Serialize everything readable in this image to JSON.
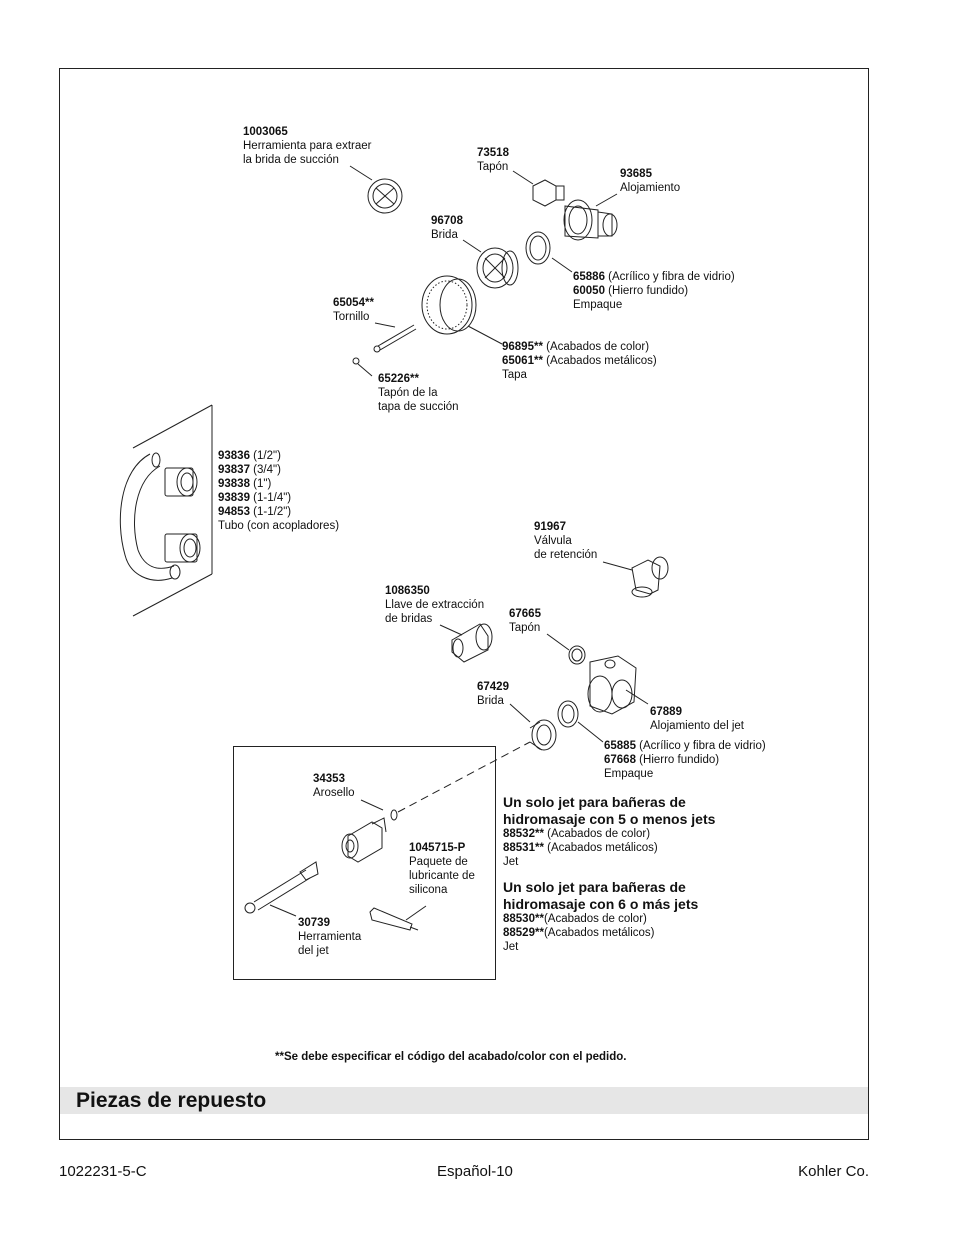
{
  "parts": {
    "p1003065": {
      "num": "1003065",
      "line1": "Herramienta para extraer",
      "line2": "la brida de succión"
    },
    "p73518": {
      "num": "73518",
      "line1": "Tapón"
    },
    "p93685": {
      "num": "93685",
      "line1": "Alojamiento"
    },
    "p96708": {
      "num": "96708",
      "line1": "Brida"
    },
    "p65886": {
      "num1": "65886",
      "text1": " (Acrílico y fibra de vidrio)",
      "num2": "60050",
      "text2": " (Hierro fundido)",
      "line3": "Empaque"
    },
    "p65054": {
      "num": "65054**",
      "line1": "Tornillo"
    },
    "p96895": {
      "num1": "96895**",
      "text1": " (Acabados de color)",
      "num2": "65061**",
      "text2": " (Acabados metálicos)",
      "line3": "Tapa"
    },
    "p65226": {
      "num": "65226**",
      "line1": "Tapón de la",
      "line2": "tapa de succión"
    },
    "tube": {
      "rows": [
        {
          "num": "93836",
          "size": " (1/2\")"
        },
        {
          "num": "93837",
          "size": " (3/4\")"
        },
        {
          "num": "93838",
          "size": " (1\")"
        },
        {
          "num": "93839",
          "size": " (1-1/4\")"
        },
        {
          "num": "94853",
          "size": " (1-1/2\")"
        }
      ],
      "desc": "Tubo (con acopladores)"
    },
    "p91967": {
      "num": "91967",
      "line1": "Válvula",
      "line2": "de retención"
    },
    "p1086350": {
      "num": "1086350",
      "line1": "Llave de extracción",
      "line2": "de bridas"
    },
    "p67665": {
      "num": "67665",
      "line1": "Tapón"
    },
    "p67429": {
      "num": "67429",
      "line1": "Brida"
    },
    "p67889": {
      "num": "67889",
      "line1": "Alojamiento del jet"
    },
    "p65885": {
      "num1": "65885",
      "text1": " (Acrílico y fibra de vidrio)",
      "num2": "67668",
      "text2": " (Hierro fundido)",
      "line3": "Empaque"
    },
    "p34353": {
      "num": "34353",
      "line1": "Arosello"
    },
    "p1045715": {
      "num": "1045715-P",
      "line1": "Paquete de",
      "line2": "lubricante de",
      "line3": "silicona"
    },
    "p30739": {
      "num": "30739",
      "line1": "Herramienta",
      "line2": "del jet"
    }
  },
  "jet_small": {
    "heading1": "Un solo jet para bañeras de",
    "heading2": "hidromasaje con 5 o menos jets",
    "num1": "88532**",
    "text1": " (Acabados de color)",
    "num2": "88531**",
    "text2": " (Acabados metálicos)",
    "desc": "Jet"
  },
  "jet_large": {
    "heading1": "Un solo jet para bañeras de",
    "heading2": "hidromasaje con 6 o más jets",
    "num1": "88530**",
    "text1": "(Acabados de color)",
    "num2": "88529**",
    "text2": "(Acabados metálicos)",
    "desc": "Jet"
  },
  "note": "**Se debe especificar el código del acabado/color con el pedido.",
  "section_title": "Piezas de repuesto",
  "footer": {
    "doc_number": "1022231-5-C",
    "page": "Español-10",
    "company": "Kohler Co."
  }
}
